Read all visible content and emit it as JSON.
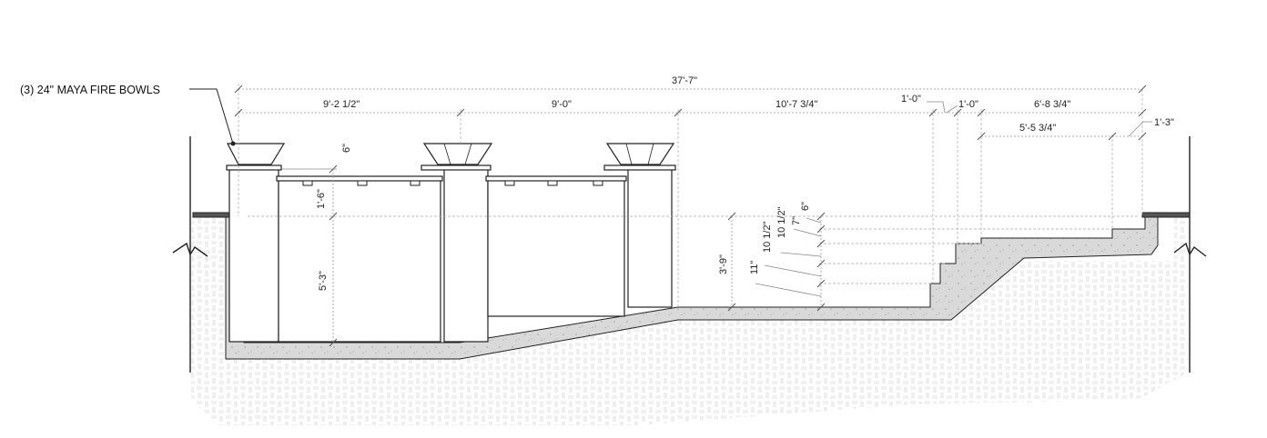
{
  "callout": {
    "label": "(3) 24\" MAYA FIRE BOWLS"
  },
  "dimensions": {
    "overall": "37'-7\"",
    "seg1": "9'-2 1/2\"",
    "seg2": "9'-0\"",
    "seg3": "10'-7 3/4\"",
    "seg4": "1'-0\"",
    "seg5": "1'-0\"",
    "seg6": "6'-8 3/4\"",
    "seg7": "5'-5 3/4\"",
    "seg8": "1'-3\"",
    "v_cap": "6\"",
    "v_wall_top": "1'-6\"",
    "v_wall": "5'-3\"",
    "v_depth": "3'-9\"",
    "v_step1": "11\"",
    "v_step2": "10 1/2\"",
    "v_step3": "10 1/2\"",
    "v_step4": "7\"",
    "v_step5": "6\""
  }
}
